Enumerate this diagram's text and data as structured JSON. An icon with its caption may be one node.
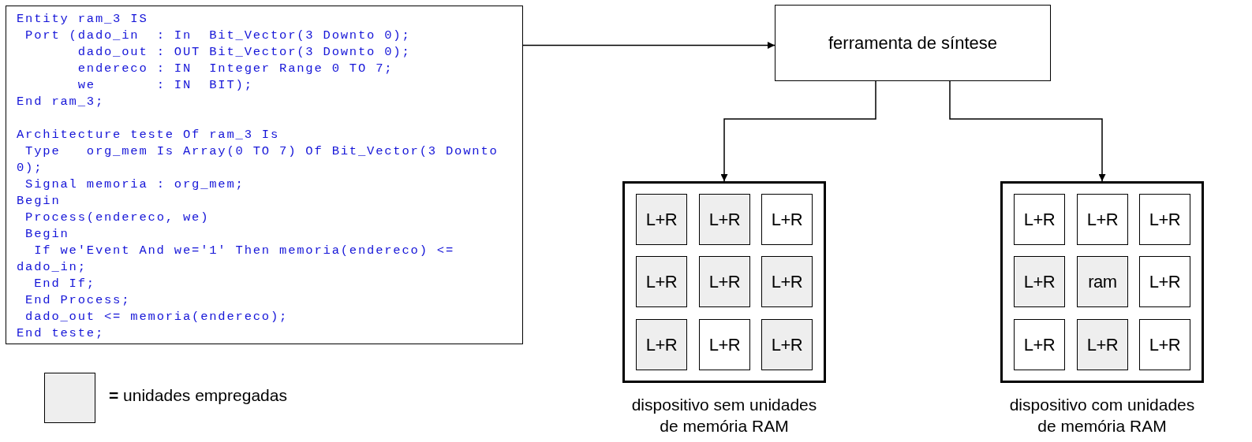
{
  "diagram": {
    "nodes": [
      {
        "text": [
          "Entity ram_3 IS",
          " Port (dado_in  : In  Bit_Vector(3 Downto 0);",
          "       dado_out : OUT Bit_Vector(3 Downto 0);",
          "       endereco : IN  Integer Range 0 TO 7;",
          "       we       : IN  BIT);",
          "End ram_3;",
          "Architecture teste Of ram_3 Is",
          " Type   org_mem Is Array(0 TO 7) Of Bit_Vector(3 Downto 0);",
          " Signal memoria : org_mem;",
          "Begin",
          " Process(endereco, we)",
          " Begin",
          "  If we'Event And we='1' Then memoria(endereco) <= dado_in;",
          "  End If;",
          " End Process;",
          " dado_out <= memoria(endereco);",
          "End teste;"
        ]
      },
      {
        "text": [
          "ferramenta de síntese"
        ]
      },
      {
        "text": [],
        "shape": "box",
        "beside": [
          "dispositivo sem unidades de memória RAM"
        ]
      },
      {
        "text": [
          "L+R"
        ],
        "in": 2
      },
      {
        "text": [
          "L+R"
        ],
        "in": 2
      },
      {
        "text": [
          "L+R"
        ],
        "in": 2
      },
      {
        "text": [
          "L+R"
        ],
        "in": 2
      },
      {
        "text": [
          "L+R"
        ],
        "in": 2
      },
      {
        "text": [
          "L+R"
        ],
        "in": 2
      },
      {
        "text": [
          "L+R"
        ],
        "in": 2
      },
      {
        "text": [
          "L+R"
        ],
        "in": 2
      },
      {
        "text": [
          "L+R"
        ],
        "in": 2
      },
      {
        "text": [],
        "shape": "box",
        "beside": [
          "dispositivo com unidades de memória RAM"
        ]
      },
      {
        "text": [
          "L+R"
        ],
        "in": 12
      },
      {
        "text": [
          "L+R"
        ],
        "in": 12
      },
      {
        "text": [
          "L+R"
        ],
        "in": 12
      },
      {
        "text": [
          "L+R"
        ],
        "in": 12
      },
      {
        "text": [
          "ram"
        ],
        "in": 12
      },
      {
        "text": [
          "L+R"
        ],
        "in": 12
      },
      {
        "text": [
          "L+R"
        ],
        "in": 12
      },
      {
        "text": [
          "L+R"
        ],
        "in": 12
      },
      {
        "text": [
          "L+R"
        ],
        "in": 12
      }
    ],
    "edges": [
      {
        "from": 0,
        "to": 1,
        "arrow": "to"
      },
      {
        "from": 1,
        "to": 2,
        "arrow": "to"
      },
      {
        "from": 1,
        "to": 12,
        "arrow": "to"
      }
    ],
    "legend": [
      {
        "text": "**=** unidades empregadas",
        "color": "#eeeeee"
      }
    ]
  }
}
